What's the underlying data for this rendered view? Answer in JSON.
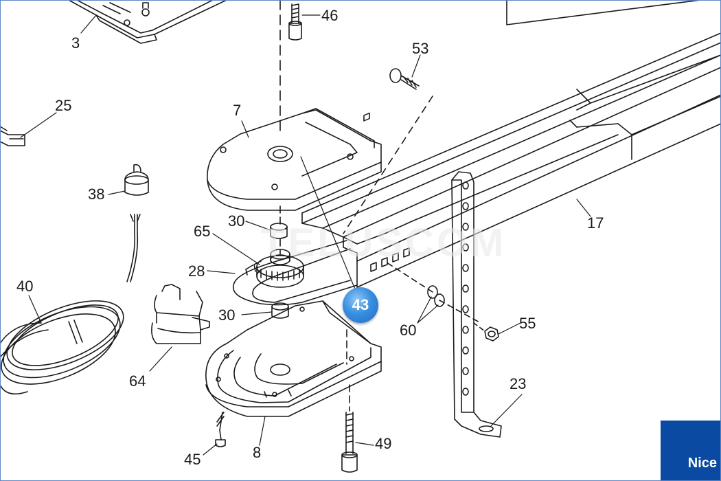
{
  "diagram": {
    "callouts": [
      {
        "id": "3",
        "text": "3"
      },
      {
        "id": "46",
        "text": "46"
      },
      {
        "id": "53",
        "text": "53"
      },
      {
        "id": "25",
        "text": "25"
      },
      {
        "id": "7",
        "text": "7"
      },
      {
        "id": "38",
        "text": "38"
      },
      {
        "id": "30a",
        "text": "30"
      },
      {
        "id": "65",
        "text": "65"
      },
      {
        "id": "17",
        "text": "17"
      },
      {
        "id": "28",
        "text": "28"
      },
      {
        "id": "30b",
        "text": "30"
      },
      {
        "id": "40",
        "text": "40"
      },
      {
        "id": "60",
        "text": "60"
      },
      {
        "id": "55",
        "text": "55"
      },
      {
        "id": "64",
        "text": "64"
      },
      {
        "id": "23",
        "text": "23"
      },
      {
        "id": "49",
        "text": "49"
      },
      {
        "id": "45",
        "text": "45"
      },
      {
        "id": "8",
        "text": "8"
      }
    ],
    "highlight_badge": "43",
    "watermark": "TELUSCOM",
    "brand": "Nice",
    "colors": {
      "line": "#1a1a1a",
      "brand": "#0b4aa3",
      "badge": "#3a8fe0",
      "border": "#5a86c8"
    }
  }
}
